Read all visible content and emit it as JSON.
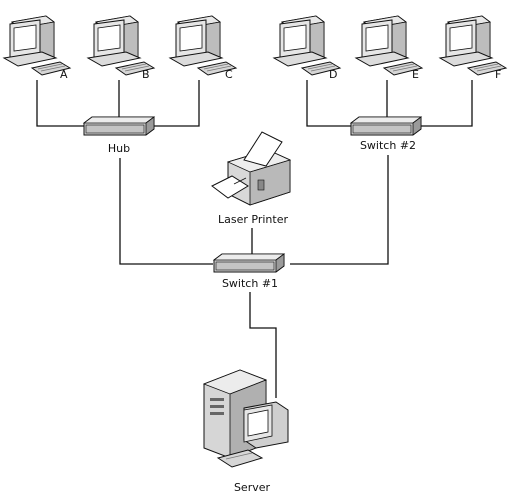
{
  "diagram": {
    "computers": [
      {
        "label": "A"
      },
      {
        "label": "B"
      },
      {
        "label": "C"
      },
      {
        "label": "D"
      },
      {
        "label": "E"
      },
      {
        "label": "F"
      }
    ],
    "devices": {
      "hub": "Hub",
      "switch2": "Switch #2",
      "switch1": "Switch #1",
      "printer": "Laser Printer",
      "server": "Server"
    }
  },
  "colors": {
    "line": "#111111",
    "device_light": "#e6e6e6",
    "device_mid": "#c8c8c8",
    "device_dark": "#8e8e8e",
    "screen": "#ffffff"
  }
}
